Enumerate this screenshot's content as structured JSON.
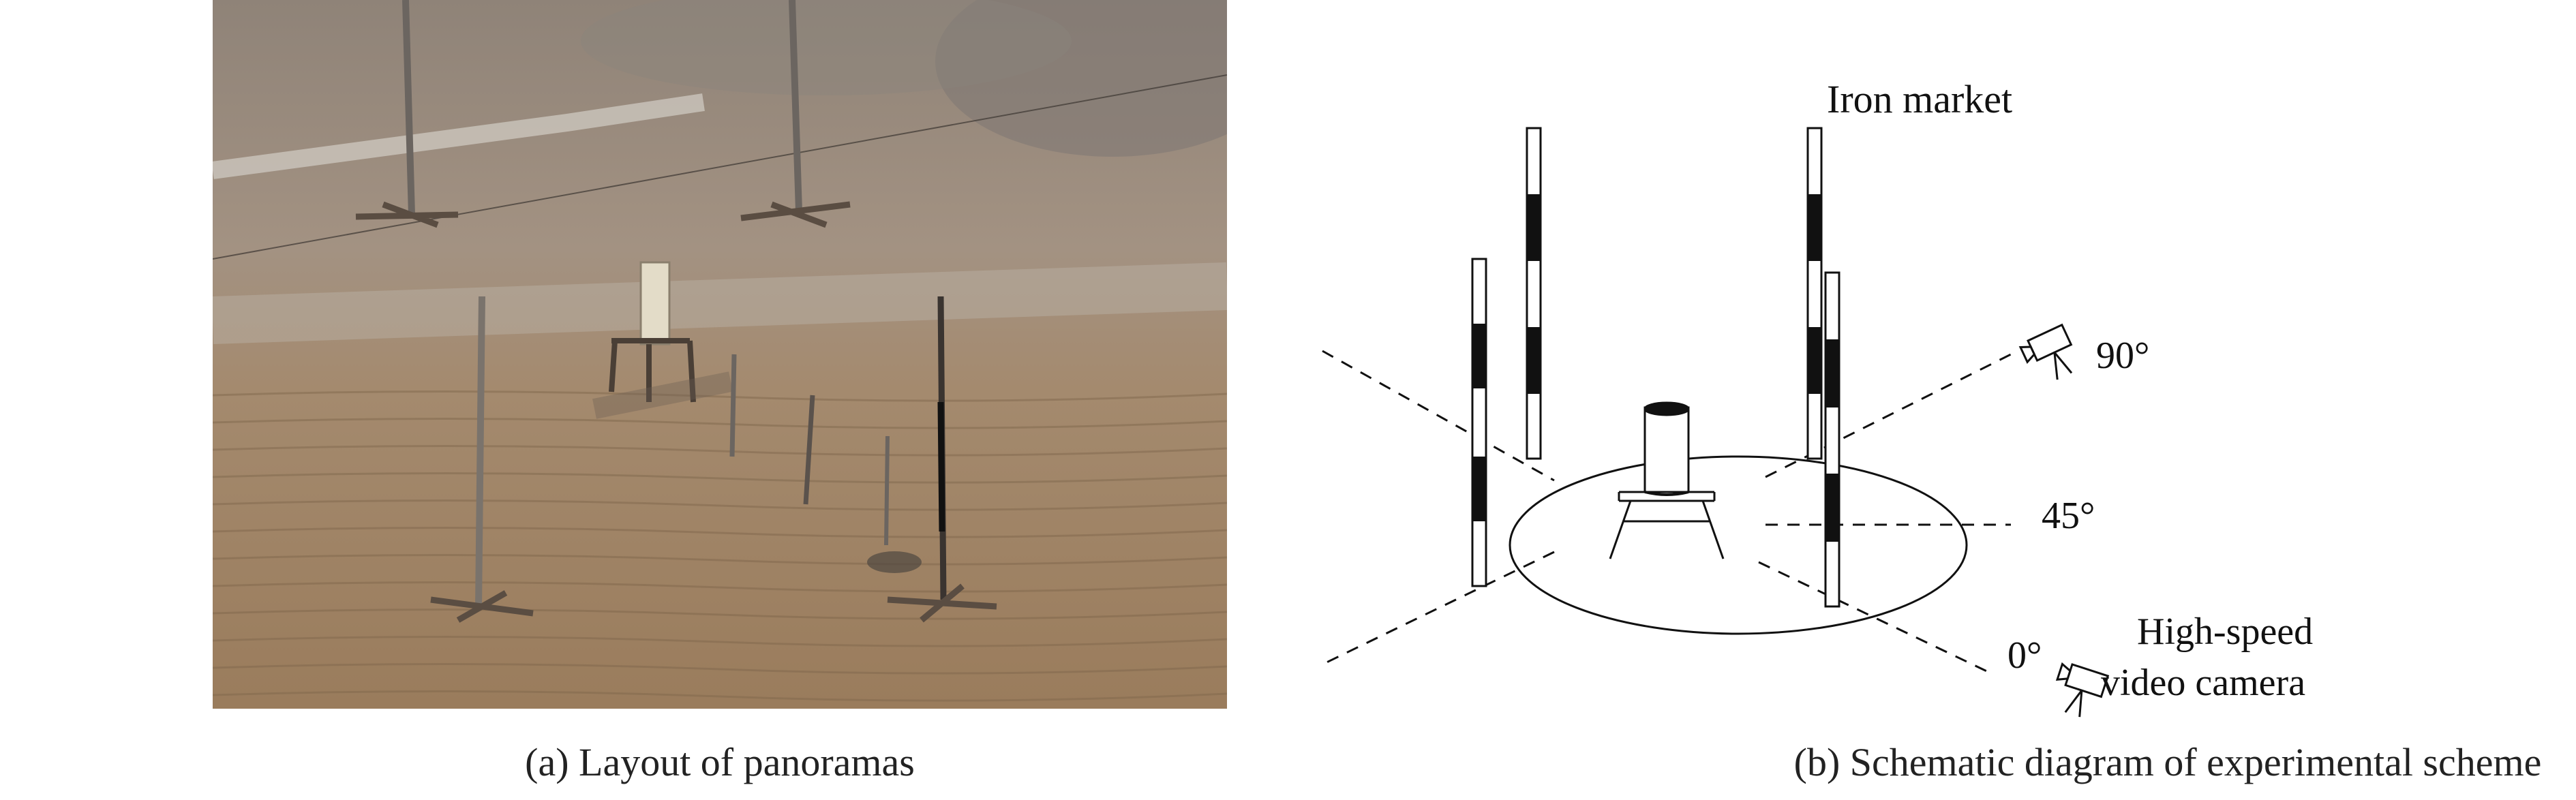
{
  "panel_a": {
    "caption": "(a) Layout of panoramas"
  },
  "panel_b": {
    "caption": "(b) Schematic diagram of experimental scheme",
    "labels": {
      "iron_market": "Iron market",
      "angle_90": "90°",
      "angle_45": "45°",
      "angle_0": "0°",
      "camera_line1": "High-speed",
      "camera_line2": "video camera"
    }
  },
  "colors": {
    "ink": "#111111",
    "ground": "#a88b6a"
  }
}
